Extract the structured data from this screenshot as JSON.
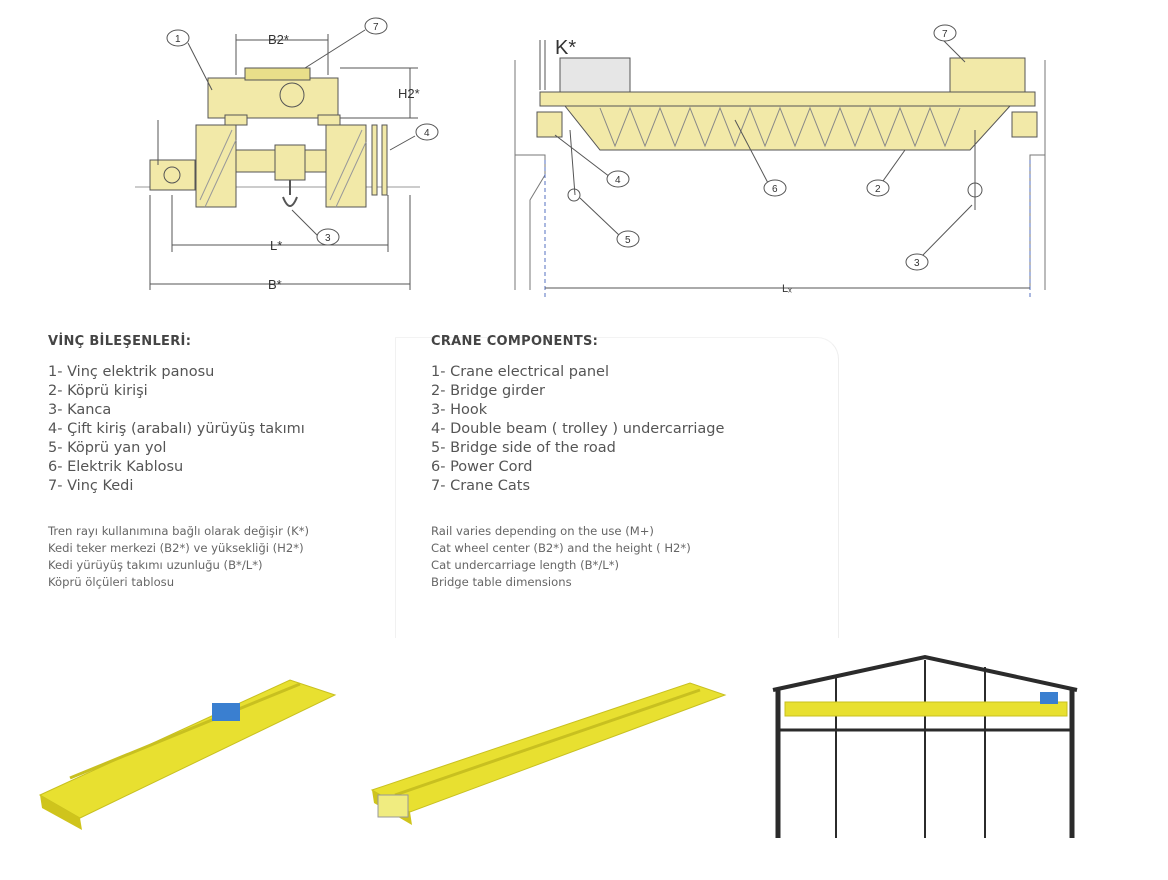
{
  "diagram_left": {
    "dims": {
      "b2": "B2*",
      "h2": "H2*",
      "l": "L*",
      "b": "B*"
    },
    "callouts": {
      "c1": "1",
      "c7": "7",
      "c4": "4",
      "c3": "3"
    }
  },
  "diagram_right": {
    "dims": {
      "k": "K*",
      "lx": "Lₓ"
    },
    "callouts": {
      "c7": "7",
      "c4": "4",
      "c6": "6",
      "c2": "2",
      "c5": "5",
      "c3": "3"
    }
  },
  "turkish": {
    "heading": "VİNÇ BİLEŞENLERİ:",
    "items": [
      "1- Vinç elektrik panosu",
      "2- Köprü kirişi",
      "3- Kanca",
      "4- Çift kiriş (arabalı) yürüyüş takımı",
      "5- Köprü yan yol",
      "6- Elektrik Kablosu",
      "7- Vinç Kedi"
    ],
    "notes": [
      "Tren rayı kullanımına bağlı olarak değişir (K*)",
      "Kedi teker merkezi (B2*) ve yüksekliği (H2*)",
      "Kedi yürüyüş takımı uzunluğu (B*/L*)",
      "Köprü ölçüleri tablosu"
    ]
  },
  "english": {
    "heading": "CRANE COMPONENTS:",
    "items": [
      "1- Crane electrical panel",
      "2- Bridge girder",
      "3- Hook",
      "4- Double beam ( trolley ) undercarriage",
      "5- Bridge side of the road",
      "6- Power Cord",
      "7- Crane Cats"
    ],
    "notes": [
      "Rail varies depending on the use (M+)",
      "Cat wheel center (B2*) and the height ( H2*)",
      "Cat undercarriage length (B*/L*)",
      "Bridge table dimensions"
    ]
  },
  "colors": {
    "crane_yellow": "#f2e9a8",
    "render_yellow": "#e8e030",
    "trolley_blue": "#3a7fd0",
    "frame": "#2b2b2b"
  }
}
